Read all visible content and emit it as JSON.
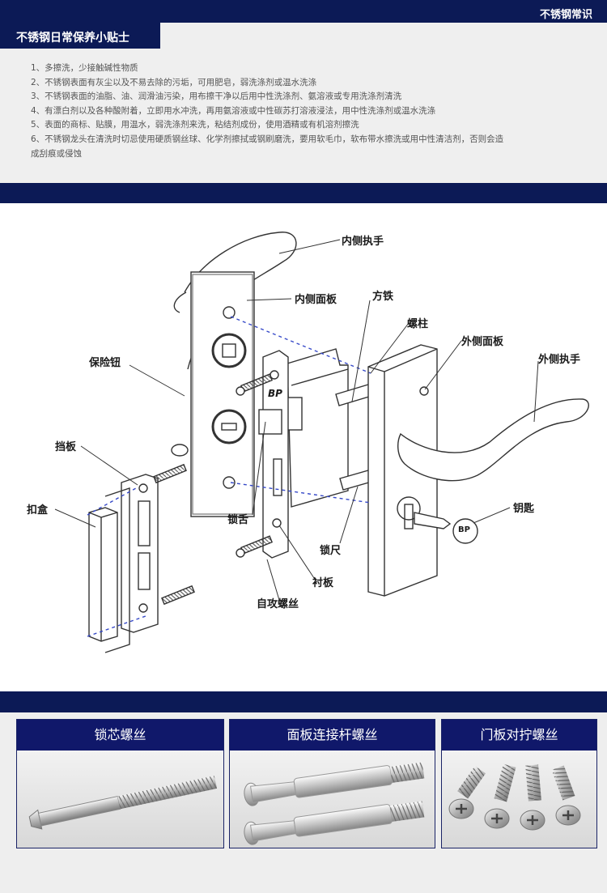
{
  "header": {
    "section_title": "不锈钢常识"
  },
  "tips": {
    "title": "不锈钢日常保养小贴士",
    "items": [
      "1、多擦洗，少接触碱性物质",
      "2、不锈钢表面有灰尘以及不易去除的污垢，可用肥皂，弱洗涤剂或温水洗涤",
      "3、不锈钢表面的油脂、油、润滑油污染，用布擦干净以后用中性洗涤剂、氨溶液或专用洗涤剂清洗",
      "4、有漂白剂以及各种酸附着，立即用水冲洗，再用氨溶液或中性碳苏打溶液浸法，用中性洗涤剂或温水洗涤",
      "5、表面的商标、贴膜，用温水，弱洗涤剂来洗，粘结剂成份，使用酒精或有机溶剂擦洗",
      "6、不锈钢龙头在清洗时切忌使用硬质钢丝球、化学剂擦拭或钢刷磨洗，要用软毛巾，软布带水擦洗或用中性清洁剂，否则会造",
      "成刮痕或侵蚀"
    ]
  },
  "diagram": {
    "labels": {
      "inner_handle": "内侧执手",
      "inner_panel": "内侧面板",
      "square_bar": "方铁",
      "screw_post": "螺柱",
      "outer_panel": "外侧面板",
      "outer_handle": "外侧执手",
      "safety_knob": "保险钮",
      "baffle": "挡板",
      "strike_box": "扣盒",
      "latch": "锁舌",
      "key": "钥匙",
      "lock_ruler": "锁尺",
      "lining_plate": "衬板",
      "self_tapping_screw": "自攻螺丝"
    },
    "lock_body_mark": "BP",
    "key_mark": "BP"
  },
  "screws": {
    "cards": [
      {
        "title": "锁芯螺丝"
      },
      {
        "title": "面板连接杆螺丝"
      },
      {
        "title": "门板对拧螺丝"
      }
    ]
  }
}
